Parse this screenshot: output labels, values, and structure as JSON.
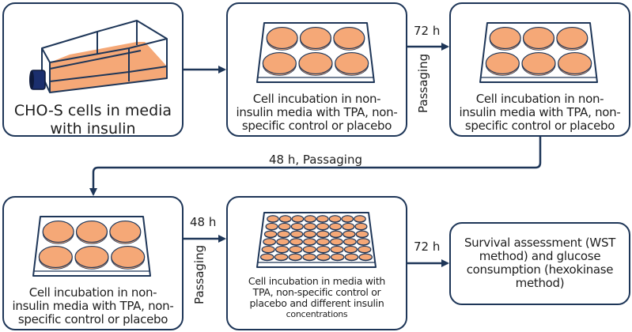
{
  "steps": [
    {
      "id": "step1",
      "text": "CHO-S cells in media with insulin",
      "lines": [
        "CHO-S cells in media",
        "with insulin"
      ],
      "illustration": "culture-flask"
    },
    {
      "id": "step2",
      "lines": [
        "Cell incubation in non-",
        "insulin media with TPA, non-",
        "specific control or placebo"
      ],
      "illustration": "6-well-plate"
    },
    {
      "id": "step3",
      "lines": [
        "Cell incubation in non-",
        "insulin media with TPA, non-",
        "specific control or placebo"
      ],
      "illustration": "6-well-plate"
    },
    {
      "id": "step4",
      "lines": [
        "Cell incubation in non-",
        "insulin media with TPA, non-",
        "specific control or placebo"
      ],
      "illustration": "6-well-plate"
    },
    {
      "id": "step5",
      "lines": [
        "Cell incubation in media with",
        "TPA, non-specific control or",
        "placebo and different insulin",
        "concentrations"
      ],
      "illustration": "48-well-plate"
    },
    {
      "id": "step6",
      "lines": [
        "Survival assessment (WST",
        "method) and glucose",
        "consumption (hexokinase",
        "method)"
      ]
    }
  ],
  "edges": [
    {
      "from": "step1",
      "to": "step2",
      "label": ""
    },
    {
      "from": "step2",
      "to": "step3",
      "label": "72 h",
      "side_label": "Passaging"
    },
    {
      "from": "step3",
      "to": "step4",
      "label": "48 h, Passaging"
    },
    {
      "from": "step4",
      "to": "step5",
      "label": "48 h",
      "side_label": "Passaging"
    },
    {
      "from": "step5",
      "to": "step6",
      "label": "72 h"
    }
  ],
  "colors": {
    "stroke": "#1e3658",
    "medium": "#f5a877",
    "cap": "#1b2f6e"
  },
  "plates": {
    "six_well": {
      "rows": 2,
      "cols": 3
    },
    "forty_eight_well": {
      "rows": 6,
      "cols": 8
    }
  }
}
